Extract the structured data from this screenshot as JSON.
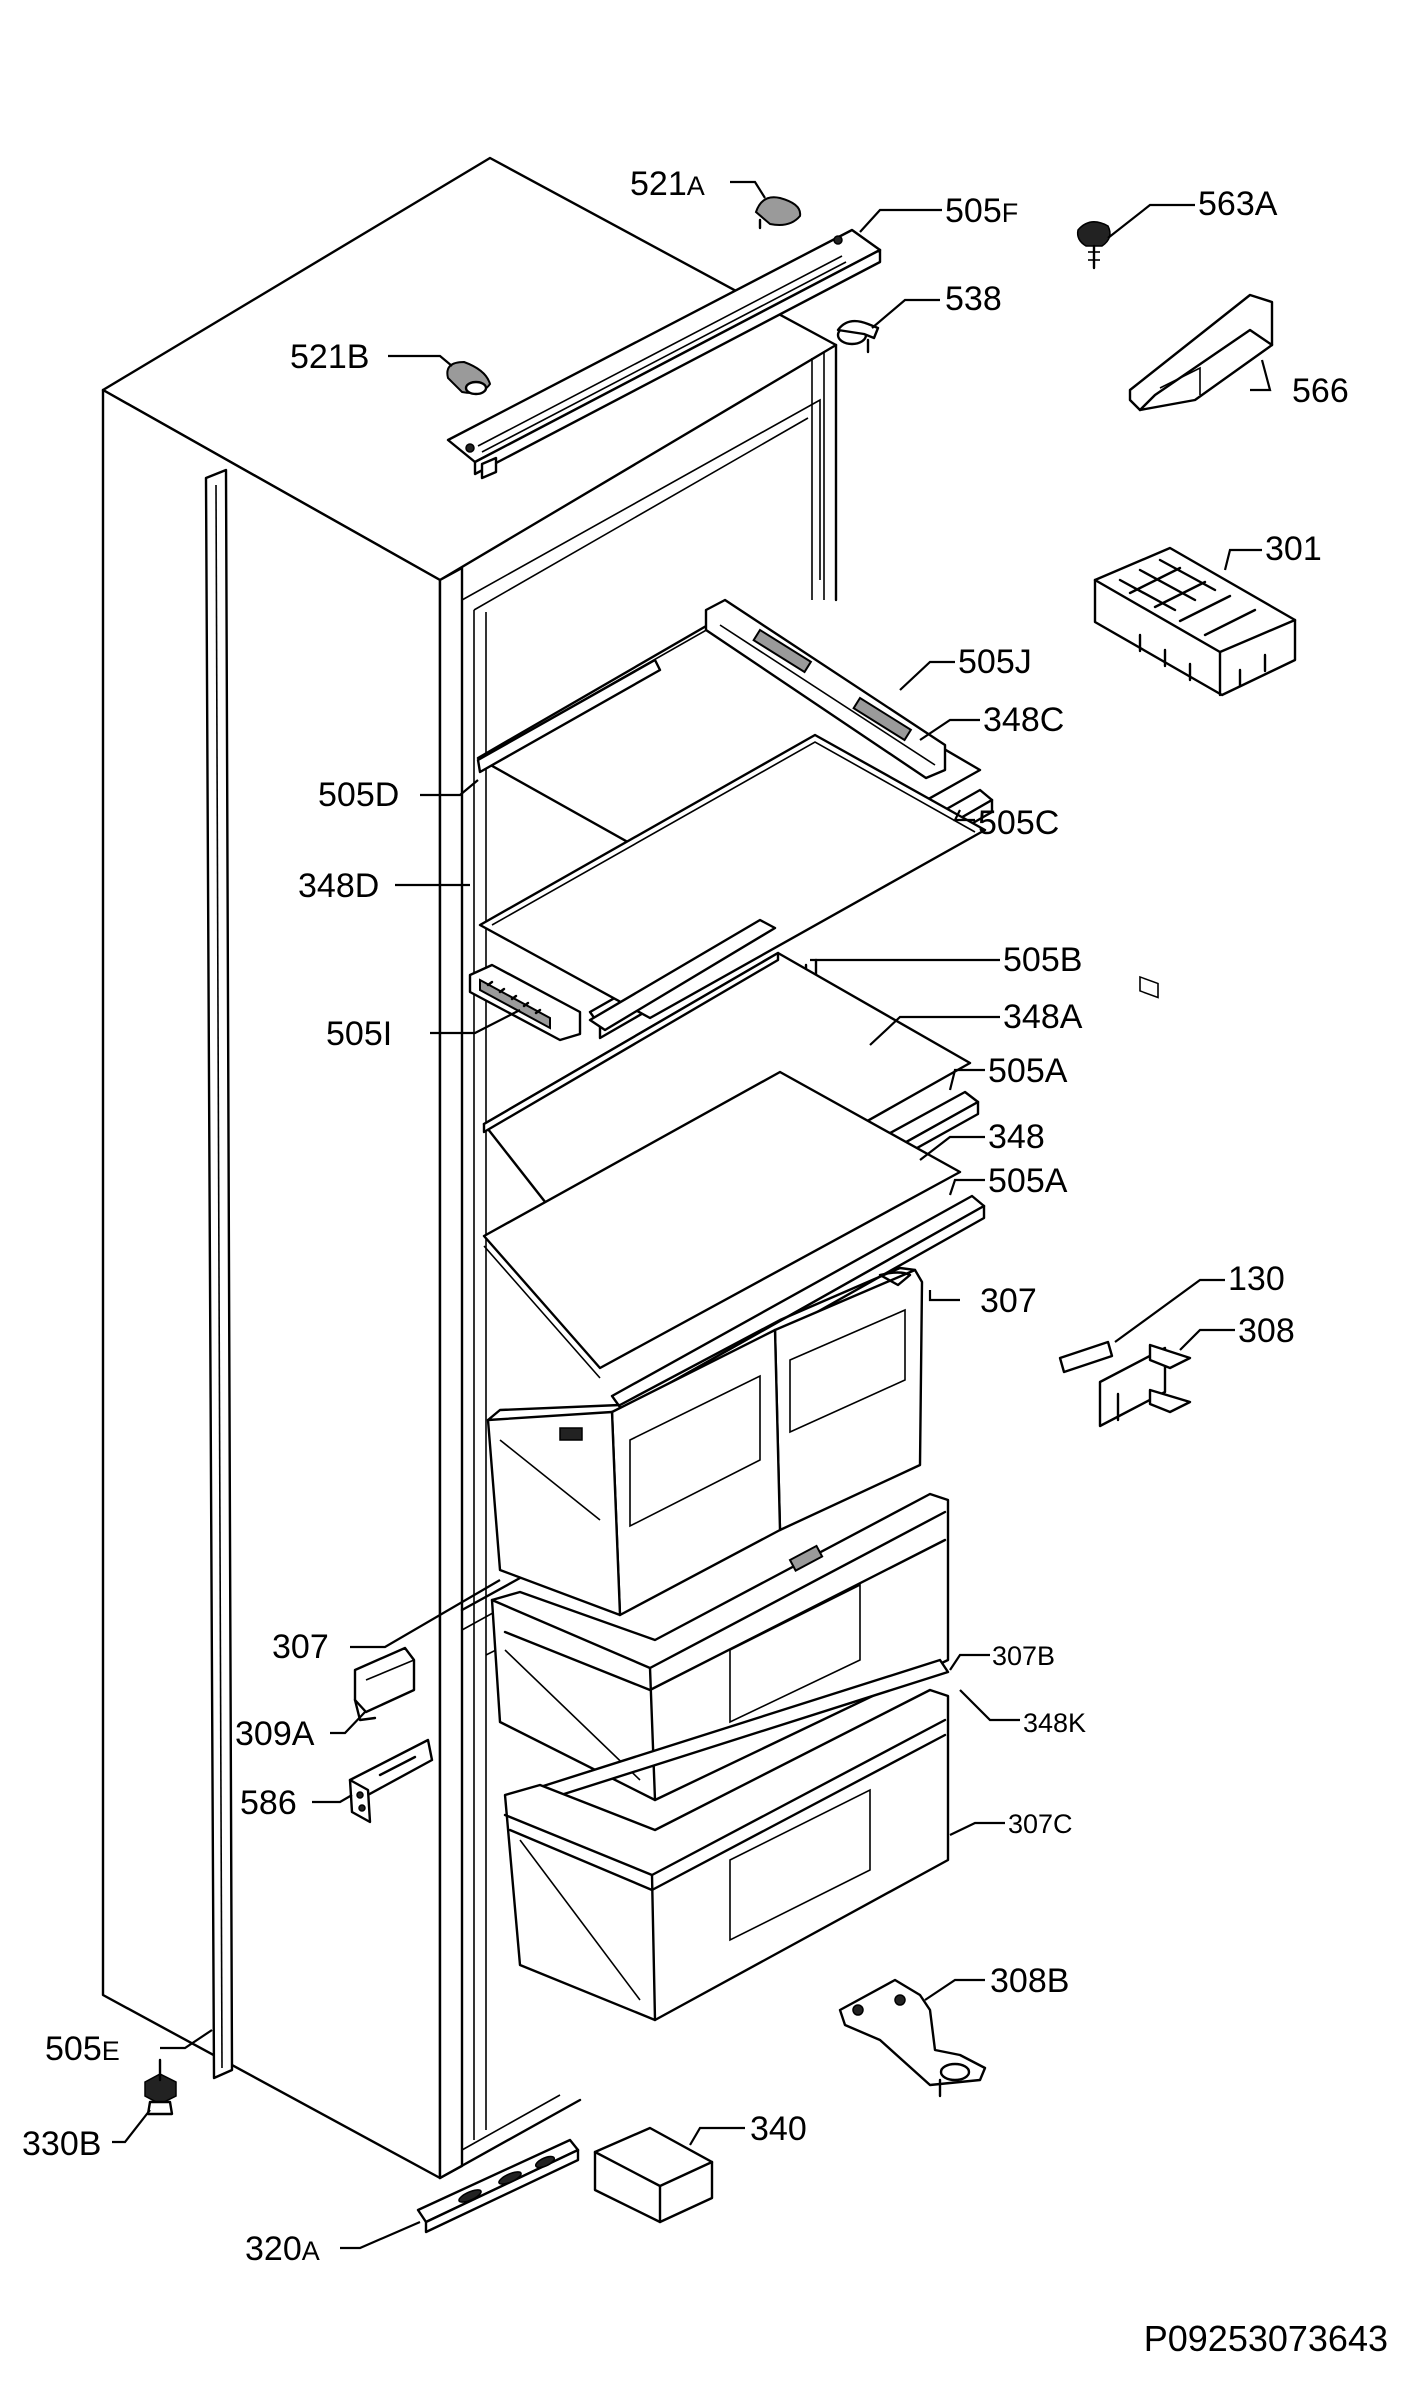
{
  "drawing_code": "P09253073643",
  "labels": [
    {
      "id": "p521a",
      "main": "521",
      "suffix": "A"
    },
    {
      "id": "p505f",
      "main": "505",
      "suffix": "F"
    },
    {
      "id": "p563a",
      "main": "563A",
      "suffix": ""
    },
    {
      "id": "p538",
      "main": "538",
      "suffix": ""
    },
    {
      "id": "p521b",
      "main": "521",
      "suffix": "B"
    },
    {
      "id": "p566",
      "main": "566",
      "suffix": ""
    },
    {
      "id": "p301",
      "main": "301",
      "suffix": ""
    },
    {
      "id": "p505j",
      "main": "505J",
      "suffix": ""
    },
    {
      "id": "p348c",
      "main": "348C",
      "suffix": ""
    },
    {
      "id": "p505d",
      "main": "505D",
      "suffix": ""
    },
    {
      "id": "p505c",
      "main": "505C",
      "suffix": ""
    },
    {
      "id": "p348d",
      "main": "348D",
      "suffix": ""
    },
    {
      "id": "p505b",
      "main": "505B",
      "suffix": ""
    },
    {
      "id": "p505i",
      "main": "505I",
      "suffix": ""
    },
    {
      "id": "p348a",
      "main": "348A",
      "suffix": ""
    },
    {
      "id": "p505a1",
      "main": "505A",
      "suffix": ""
    },
    {
      "id": "p348",
      "main": "348",
      "suffix": ""
    },
    {
      "id": "p505a2",
      "main": "505A",
      "suffix": ""
    },
    {
      "id": "p307",
      "main": "307",
      "suffix": ""
    },
    {
      "id": "p130",
      "main": "130",
      "suffix": ""
    },
    {
      "id": "p308",
      "main": "308",
      "suffix": ""
    },
    {
      "id": "p307l",
      "main": "307",
      "suffix": ""
    },
    {
      "id": "p307b",
      "main": "307B",
      "suffix": ""
    },
    {
      "id": "p309a",
      "main": "309A",
      "suffix": ""
    },
    {
      "id": "p348k",
      "main": "348K",
      "suffix": ""
    },
    {
      "id": "p586",
      "main": "586",
      "suffix": ""
    },
    {
      "id": "p307c",
      "main": "307C",
      "suffix": ""
    },
    {
      "id": "p308b",
      "main": "308",
      "suffix": "B"
    },
    {
      "id": "p505e",
      "main": "505",
      "suffix": "E"
    },
    {
      "id": "p330b",
      "main": "330B",
      "suffix": ""
    },
    {
      "id": "p340",
      "main": "340",
      "suffix": ""
    },
    {
      "id": "p320a",
      "main": "320",
      "suffix": "A"
    }
  ]
}
